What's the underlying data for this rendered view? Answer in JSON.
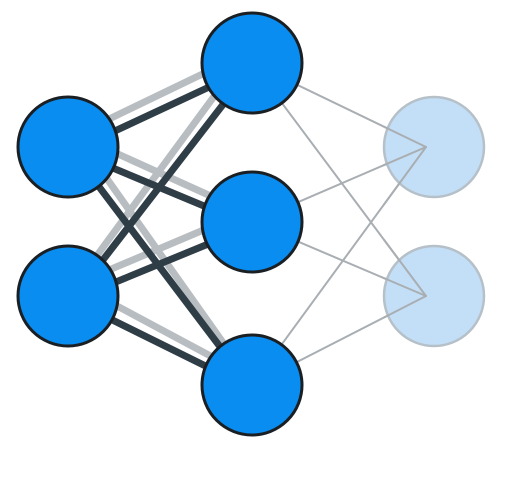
{
  "diagram": {
    "type": "neural-network",
    "layers": [
      {
        "id": "input",
        "node_count": 2,
        "state": "active"
      },
      {
        "id": "hidden",
        "node_count": 3,
        "state": "active"
      },
      {
        "id": "output",
        "node_count": 2,
        "state": "faded"
      }
    ],
    "colors": {
      "active_node_fill": "#0a8df0",
      "active_node_stroke": "#1a1f24",
      "faded_node_fill": "#c3dff7",
      "faded_node_stroke": "#b6c0c8",
      "dark_edge": "#2f3d47",
      "light_edge": "#b8bdc1",
      "faded_edge": "#a9aeb2",
      "background": "#ffffff"
    },
    "edges_input_hidden": [
      {
        "from": 0,
        "to": 0,
        "weight": "dark"
      },
      {
        "from": 0,
        "to": 1,
        "weight": "dark"
      },
      {
        "from": 0,
        "to": 2,
        "weight": "dark"
      },
      {
        "from": 1,
        "to": 0,
        "weight": "dark"
      },
      {
        "from": 1,
        "to": 1,
        "weight": "dark"
      },
      {
        "from": 1,
        "to": 2,
        "weight": "dark"
      }
    ],
    "edges_hidden_output": [
      {
        "from": 0,
        "to": 0
      },
      {
        "from": 0,
        "to": 1
      },
      {
        "from": 1,
        "to": 0
      },
      {
        "from": 1,
        "to": 1
      },
      {
        "from": 2,
        "to": 0
      },
      {
        "from": 2,
        "to": 1
      }
    ]
  }
}
